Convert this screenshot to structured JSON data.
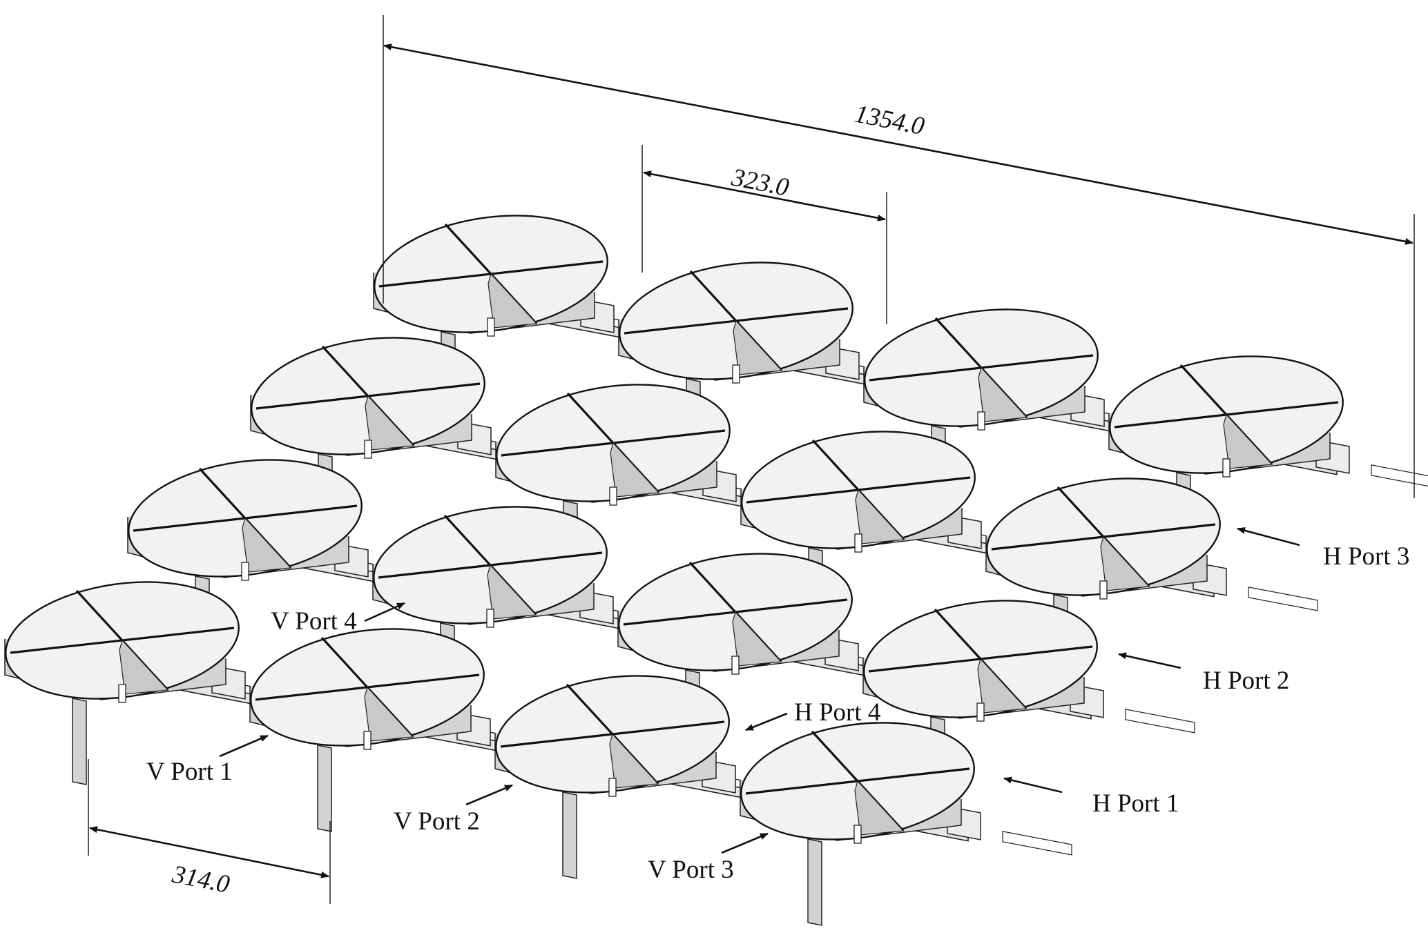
{
  "figure": {
    "dimensions": [
      {
        "id": "overall-length",
        "text": "1354.0"
      },
      {
        "id": "row-pitch",
        "text": "323.0"
      },
      {
        "id": "column-pitch",
        "text": "314.0"
      }
    ],
    "port_labels": [
      {
        "id": "v-port-1",
        "text": "V Port 1"
      },
      {
        "id": "v-port-2",
        "text": "V Port 2"
      },
      {
        "id": "v-port-3",
        "text": "V Port 3"
      },
      {
        "id": "v-port-4",
        "text": "V Port 4"
      },
      {
        "id": "h-port-1",
        "text": "H Port 1"
      },
      {
        "id": "h-port-2",
        "text": "H Port 2"
      },
      {
        "id": "h-port-3",
        "text": "H Port 3"
      },
      {
        "id": "h-port-4",
        "text": "H Port 4"
      }
    ],
    "array": {
      "rows": 4,
      "columns": 4,
      "element_count": 16
    },
    "colors": {
      "line": "#111111",
      "panel_fill": "#d3d3d3",
      "rail_fill": "#e6e6e6",
      "background": "#ffffff"
    }
  }
}
